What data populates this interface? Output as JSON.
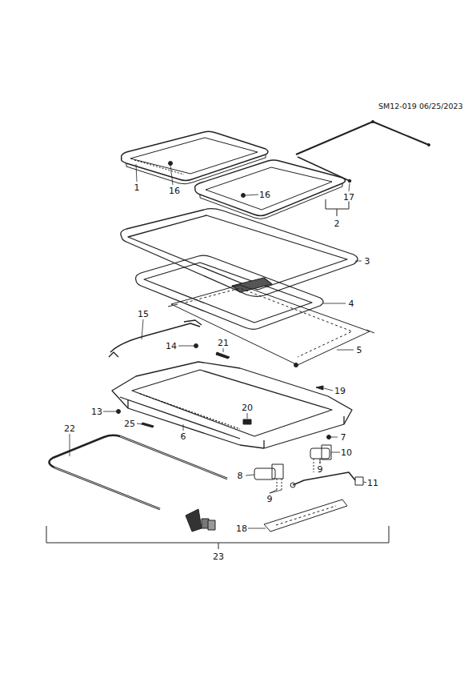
{
  "diagram": {
    "labels": [
      "SM12-019 06/25/2023",
      "1",
      "16",
      "16",
      "17",
      "2",
      "3",
      "4",
      "15",
      "14",
      "21",
      "5",
      "19",
      "13",
      "20",
      "25",
      "22",
      "6",
      "7",
      "10",
      "8",
      "9",
      "11",
      "9",
      "18",
      "23"
    ]
  }
}
